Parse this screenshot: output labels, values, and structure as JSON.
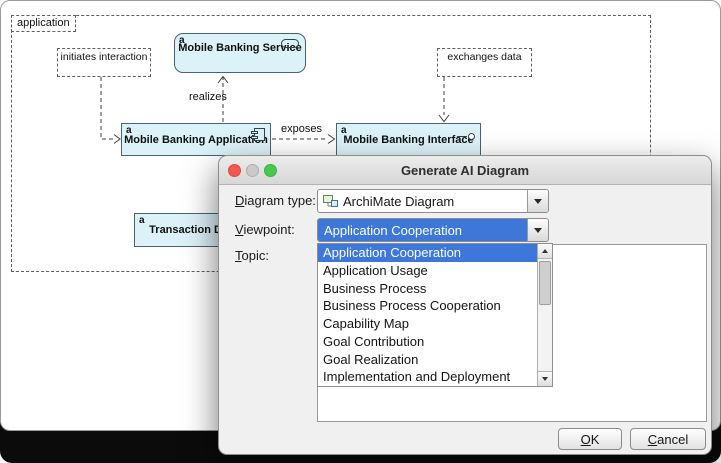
{
  "diagram": {
    "boundary_label": "application",
    "service": {
      "badge": "a",
      "name": "Mobile Banking Service"
    },
    "application": {
      "badge": "a",
      "name": "Mobile Banking Application"
    },
    "interface": {
      "badge": "a",
      "name": "Mobile Banking Interface"
    },
    "transaction_data": {
      "badge": "a",
      "name": "Transaction Data"
    },
    "note_initiates": "initiates interaction",
    "note_exchanges": "exchanges data",
    "label_realizes": "realizes",
    "label_exposes": "exposes"
  },
  "dialog": {
    "title": "Generate AI Diagram",
    "diagram_type_label": "Diagram type:",
    "diagram_type_value": "ArchiMate Diagram",
    "viewpoint_label": "Viewpoint:",
    "viewpoint_value": "Application Cooperation",
    "topic_label": "Topic:",
    "topic_value": "",
    "dropdown_items": [
      "Application Cooperation",
      "Application Usage",
      "Business Process",
      "Business Process Cooperation",
      "Capability Map",
      "Goal Contribution",
      "Goal Realization",
      "Implementation and Deployment"
    ],
    "ok_label": "OK",
    "cancel_label": "Cancel"
  },
  "colors": {
    "selection": "#3c77d9",
    "element_fill": "#dcf2f9",
    "element_border": "#4a6370"
  }
}
